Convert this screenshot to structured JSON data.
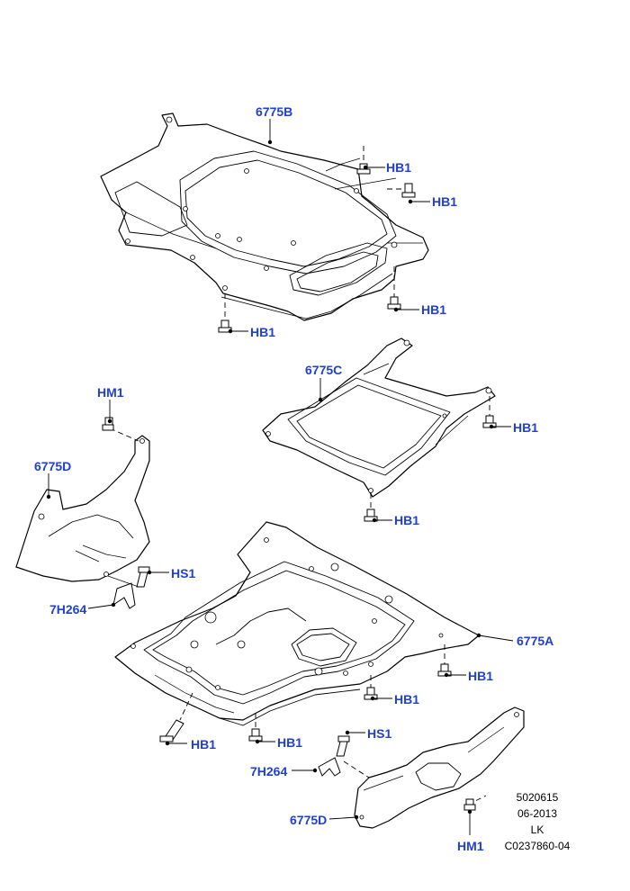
{
  "callouts": {
    "top_shield": "6775B",
    "center_shield": "6775C",
    "main_shield": "6775A",
    "left_shield": "6775D",
    "right_shield": "6775D",
    "bolt_hb1": "HB1",
    "nut_hm1": "HM1",
    "screw_hs1": "HS1",
    "bracket": "7H264"
  },
  "reference": {
    "line1": "5020615",
    "line2": "06-2013",
    "line3": "LK",
    "line4": "C0237860-04"
  }
}
